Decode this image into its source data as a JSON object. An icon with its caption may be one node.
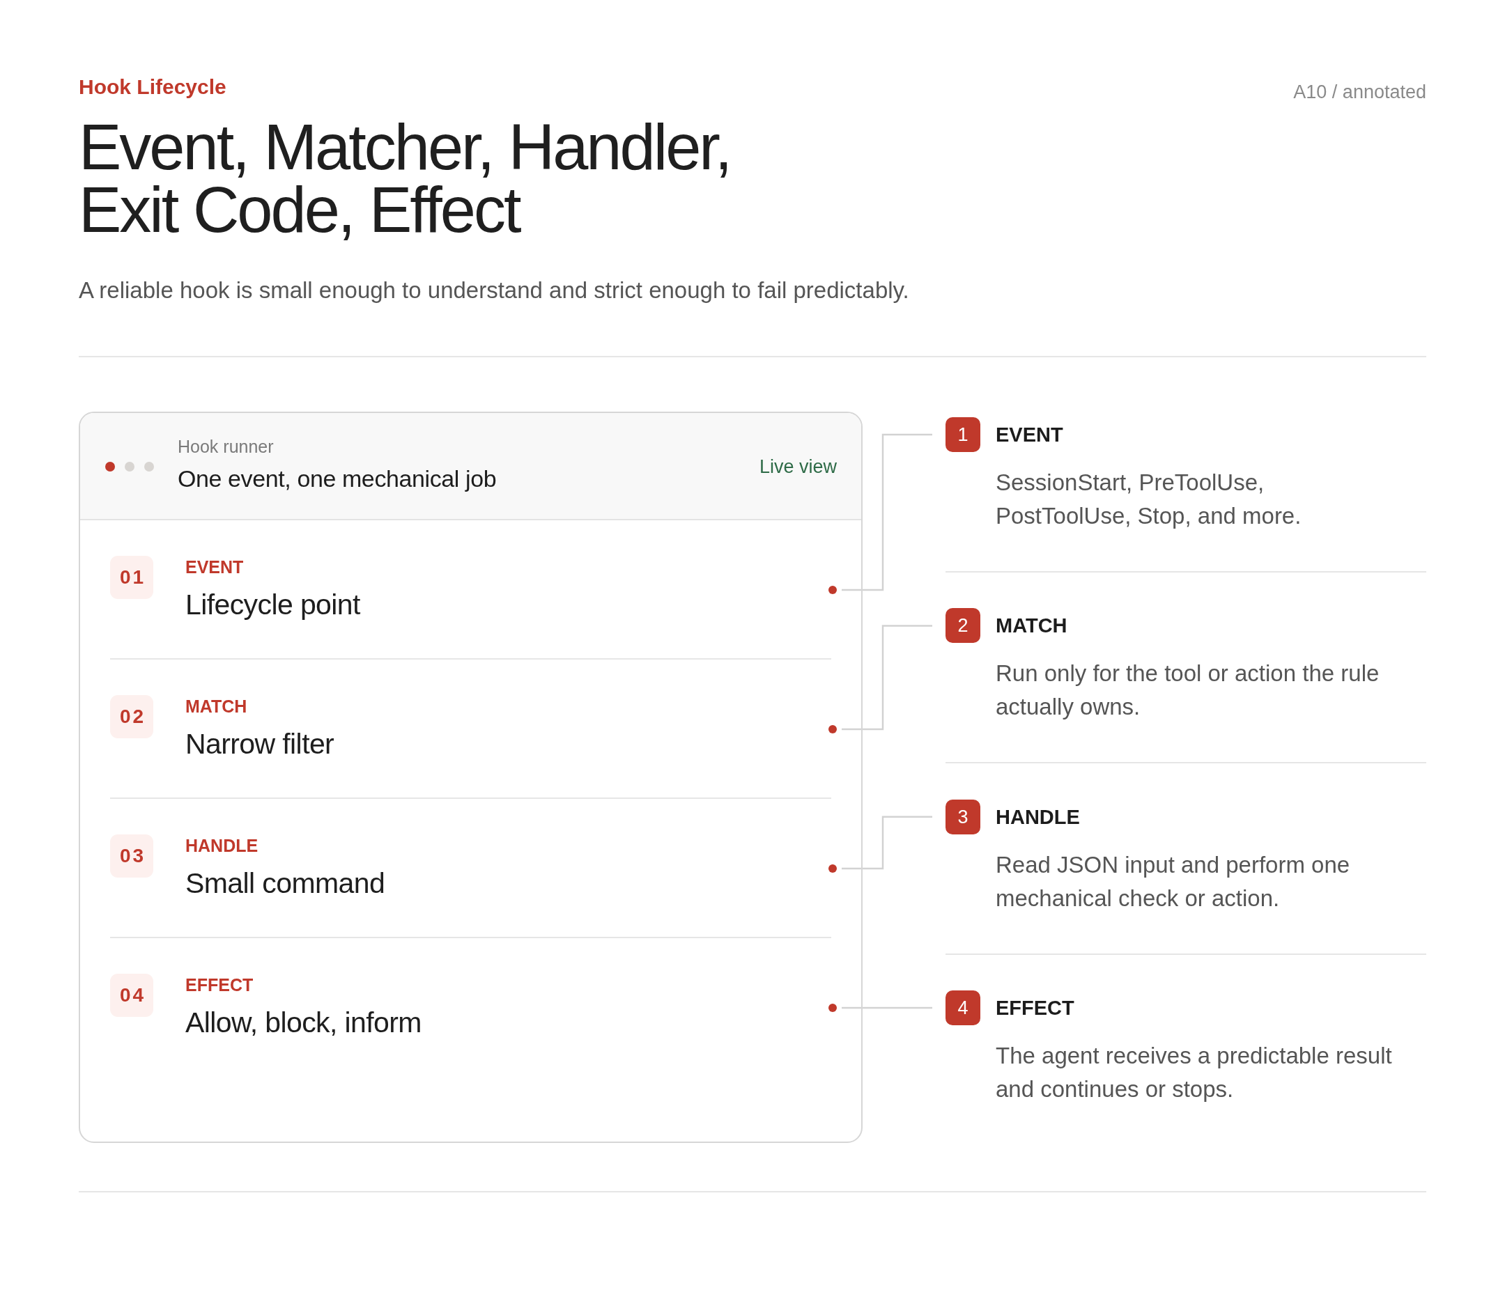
{
  "diagram": {
    "title": "Event, Matcher, Handler, Exit Code, Effect",
    "nodes": [
      {
        "text": [
          "Hook runner",
          "One event, one mechanical job",
          "Live view"
        ]
      },
      {
        "text": [
          "01",
          "EVENT",
          "Lifecycle point"
        ],
        "in": 0
      },
      {
        "text": [
          "02",
          "MATCH",
          "Narrow filter"
        ],
        "in": 0
      },
      {
        "text": [
          "03",
          "HANDLE",
          "Small command"
        ],
        "in": 0
      },
      {
        "text": [
          "04",
          "EFFECT",
          "Allow, block, inform"
        ],
        "in": 0
      },
      {
        "text": [
          "1",
          "EVENT",
          "SessionStart, PreToolUse, PostToolUse, Stop, and more."
        ]
      },
      {
        "text": [
          "2",
          "MATCH",
          "Run only for the tool or action the rule actually owns."
        ]
      },
      {
        "text": [
          "3",
          "HANDLE",
          "Read JSON input and perform one mechanical check or action."
        ]
      },
      {
        "text": [
          "4",
          "EFFECT",
          "The agent receives a predictable result and continues or stops."
        ]
      }
    ],
    "edges": [
      {
        "from": 1,
        "to": 5,
        "arrow": "none"
      },
      {
        "from": 2,
        "to": 6,
        "arrow": "none"
      },
      {
        "from": 3,
        "to": 7,
        "arrow": "none"
      },
      {
        "from": 4,
        "to": 8,
        "arrow": "none"
      }
    ],
    "labels": [
      "Hook Lifecycle",
      "A10 / annotated",
      "A reliable hook is small enough to understand and strict enough to fail predictably."
    ]
  }
}
